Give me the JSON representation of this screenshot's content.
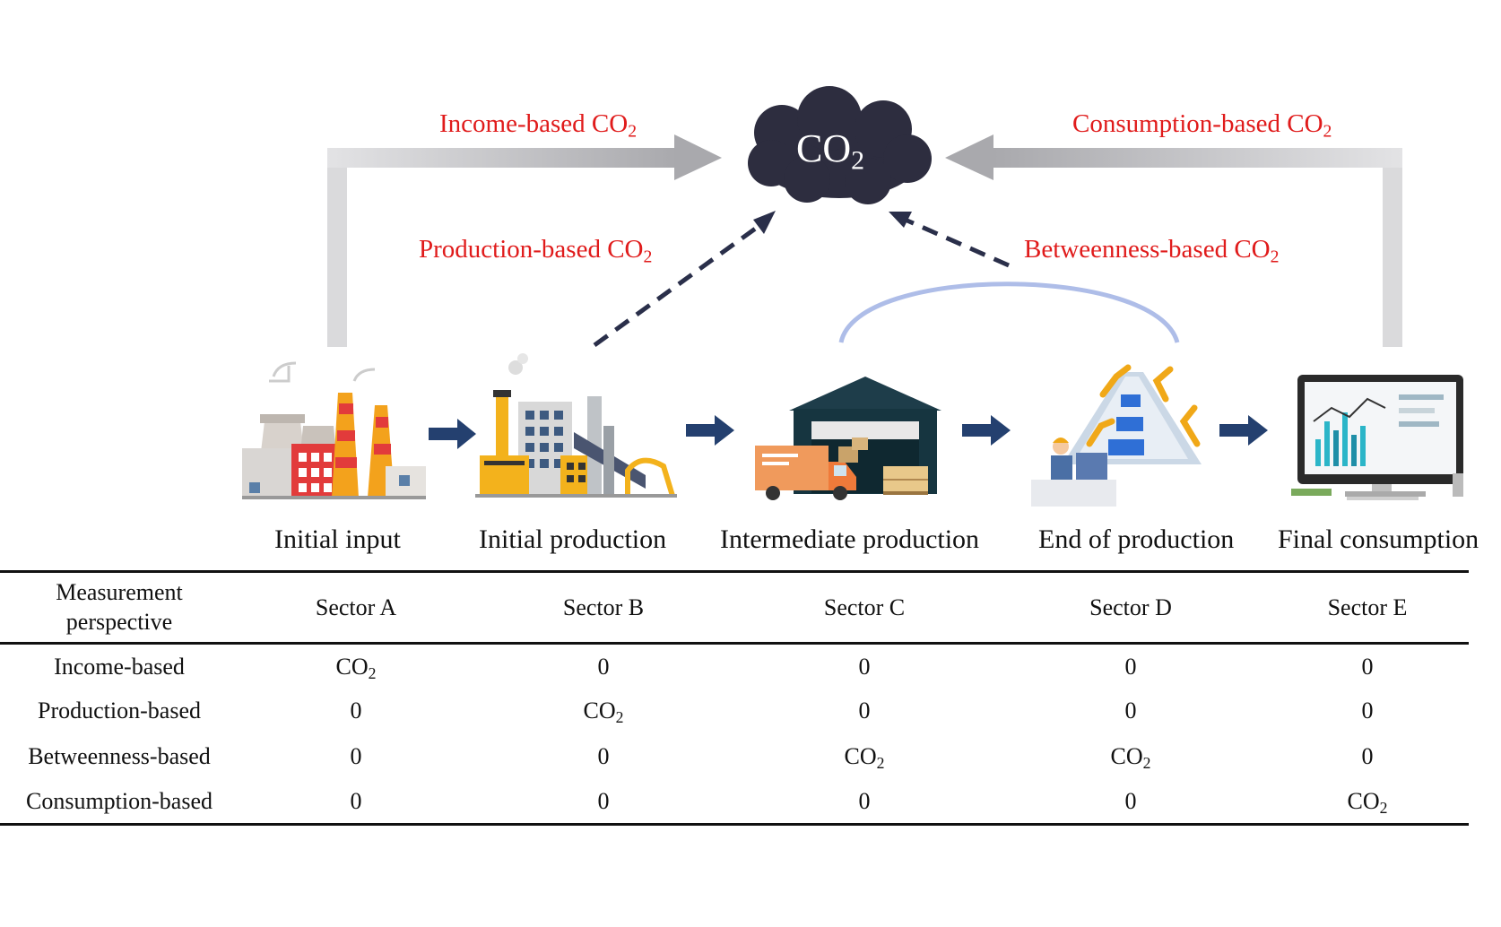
{
  "cloud": {
    "text": "CO",
    "sub": "2"
  },
  "flows": {
    "income": {
      "label": "Income-based CO",
      "sub": "2"
    },
    "consumption": {
      "label": "Consumption-based CO",
      "sub": "2"
    },
    "production": {
      "label": "Production-based CO",
      "sub": "2"
    },
    "betweenness": {
      "label": "Betweenness-based CO",
      "sub": "2"
    }
  },
  "stages": [
    {
      "label": "Initial input"
    },
    {
      "label": "Initial production"
    },
    {
      "label": "Intermediate production"
    },
    {
      "label": "End of production"
    },
    {
      "label": "Final consumption"
    }
  ],
  "table": {
    "header": {
      "perspective_line1": "Measurement",
      "perspective_line2": "perspective",
      "sectors": [
        "Sector A",
        "Sector B",
        "Sector C",
        "Sector D",
        "Sector E"
      ]
    },
    "co2": {
      "text": "CO",
      "sub": "2"
    },
    "rows": [
      {
        "label": "Income-based",
        "values": [
          "CO2",
          "0",
          "0",
          "0",
          "0"
        ]
      },
      {
        "label": "Production-based",
        "values": [
          "0",
          "CO2",
          "0",
          "0",
          "0"
        ]
      },
      {
        "label": "Betweenness-based",
        "values": [
          "0",
          "0",
          "CO2",
          "CO2",
          "0"
        ]
      },
      {
        "label": "Consumption-based",
        "values": [
          "0",
          "0",
          "0",
          "0",
          "CO2"
        ]
      }
    ]
  },
  "colors": {
    "label_red": "#e01b1b",
    "cloud": "#2d2d3f",
    "flow_arrow": "#d6d6d8",
    "dashed_arrow": "#2a2f4a",
    "stage_arrow": "#24406f",
    "arc": "#aebde8"
  }
}
